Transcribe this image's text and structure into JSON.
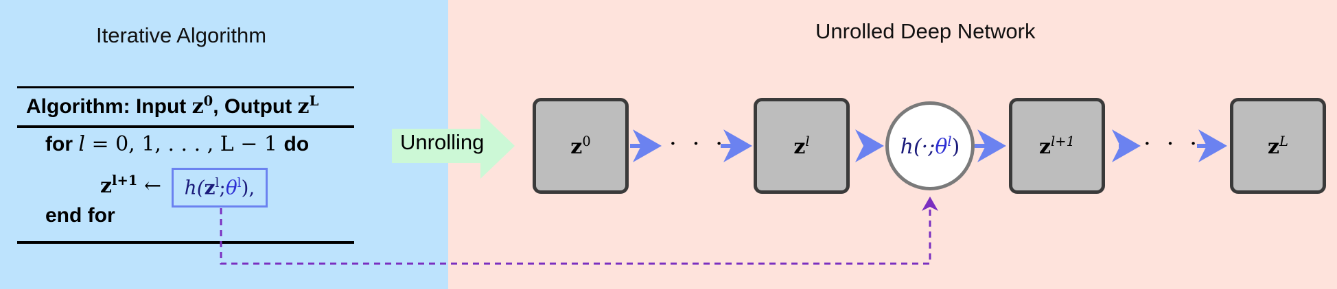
{
  "left_panel": {
    "heading": "Iterative Algorithm",
    "algorithm": {
      "head_a": "Algorithm: Input ",
      "head_input": "z",
      "head_input_sup": "0",
      "head_b": ", Output ",
      "head_output": "z",
      "head_output_sup": "L",
      "for_kw": "for",
      "for_var": "l",
      "for_range": " = 0, 1, . . . , L − 1 ",
      "do_kw": "do",
      "update_lhs": "z",
      "update_lhs_sup": "l+1",
      "arrow": " ← ",
      "h_fn": "h(",
      "h_z": "z",
      "h_z_sup": "l",
      "h_sep": ";",
      "h_theta": "θ",
      "h_theta_sup": "l",
      "h_close": "),",
      "end_for": "end for"
    }
  },
  "middle": {
    "label": "Unrolling",
    "arrow_color": "#ccf8d6"
  },
  "right_panel": {
    "heading": "Unrolled Deep Network",
    "nodes": [
      {
        "base": "z",
        "sup": "0"
      },
      {
        "base": "z",
        "sup": "l"
      },
      {
        "base": "z",
        "sup": "l+1"
      },
      {
        "base": "z",
        "sup": "L"
      }
    ],
    "ellipsis": "· · ·",
    "layer_fn": {
      "h": "h(·;",
      "theta": "θ",
      "sup": "l",
      "close": ")"
    }
  },
  "colors": {
    "left_bg": "#bde3fd",
    "right_bg": "#fee3dc",
    "flow_arrow": "#6b82f0",
    "dashed_link": "#7a2fc0",
    "node_fill": "#bdbdbd",
    "node_border": "#3a3a3a"
  }
}
